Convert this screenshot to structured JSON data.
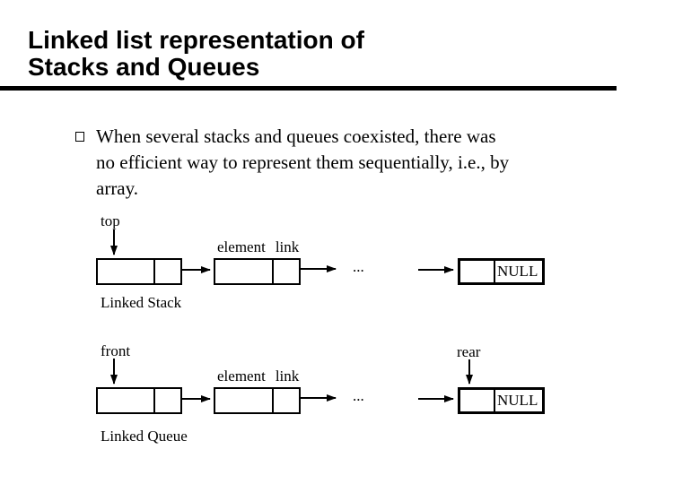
{
  "slide": {
    "title_line1": "Linked list representation of",
    "title_line2": "Stacks and Queues",
    "bullet_lines": [
      "When several stacks and queues coexisted, there was",
      "no efficient way to represent them sequentially, i.e., by",
      "array."
    ]
  },
  "stack": {
    "pointer_label": "top",
    "field_element": "element",
    "field_link": "link",
    "ellipsis": "...",
    "null_label": "NULL",
    "caption": "Linked Stack"
  },
  "queue": {
    "front_label": "front",
    "rear_label": "rear",
    "field_element": "element",
    "field_link": "link",
    "ellipsis": "...",
    "null_label": "NULL",
    "caption": "Linked Queue"
  },
  "colors": {
    "background": "#ffffff",
    "text": "#000000",
    "line": "#000000"
  }
}
